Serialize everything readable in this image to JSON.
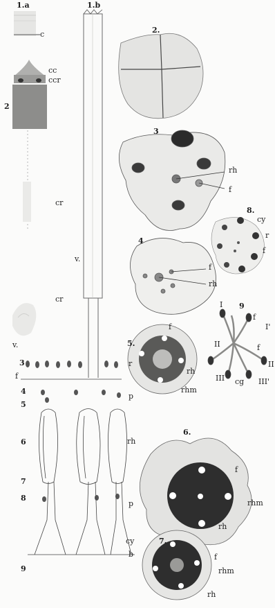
{
  "figure": {
    "figure_numbers": {
      "f1a": "1.a",
      "f1b": "1.b",
      "f2a": "2",
      "f2b": "2.",
      "f3": "3",
      "f4": "4",
      "f5": "5.",
      "f6": "6.",
      "f7": "7.",
      "f8": "8.",
      "f9": "9"
    },
    "side_labels": {
      "c": "c",
      "cc": "cc",
      "ccr": "ccr",
      "cr1": "cr",
      "cr2": "cr",
      "v1": "v.",
      "v2": "v."
    },
    "fig3": {
      "rh": "rh",
      "f": "f"
    },
    "fig4": {
      "f": "f",
      "rh": "rh"
    },
    "fig5": {
      "f": "f",
      "rh": "rh",
      "rhm": "rhm"
    },
    "fig6": {
      "f": "f",
      "rhm": "rhm",
      "rh": "rh"
    },
    "fig7": {
      "f": "f",
      "rhm": "rhm",
      "rh": "rh"
    },
    "fig8": {
      "cy": "cy",
      "r": "r",
      "f": "f"
    },
    "fig9": {
      "I": "I",
      "f_top": "f",
      "Iprime": "I'",
      "f_mid": "f",
      "II_left": "II",
      "II_right": "II",
      "III": "III",
      "cg": "cg",
      "IIIprime": "III'"
    },
    "column": {
      "n3": "3",
      "n4": "4",
      "n5": "5",
      "n6": "6",
      "n7": "7",
      "n8": "8",
      "n9": "9",
      "f": "f",
      "r": "r",
      "p1": "p",
      "rh": "rh",
      "p2": "p",
      "cy": "cy",
      "b": "b"
    }
  }
}
